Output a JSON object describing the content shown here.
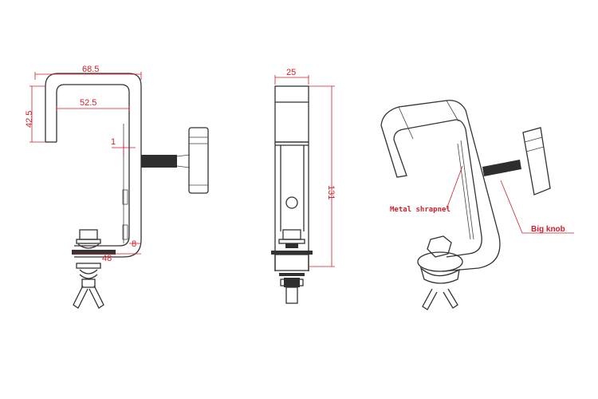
{
  "diagram": {
    "subject": "G-clamp technical drawing",
    "colors": {
      "dimension": "#d21f2a",
      "outline": "#333333",
      "background": "#ffffff"
    },
    "side_view": {
      "dimensions": {
        "overall_width": "68.5",
        "inner_width": "52.5",
        "hook_height": "42.5",
        "plate_thickness": "1",
        "jaw_thickness": "8",
        "base_width": "48"
      }
    },
    "front_view": {
      "dimensions": {
        "width": "25",
        "height": "131"
      }
    },
    "isometric_view": {
      "callouts": {
        "metal_shrapnel": "Metal shrapnel",
        "big_knob": "Big knob"
      }
    }
  }
}
